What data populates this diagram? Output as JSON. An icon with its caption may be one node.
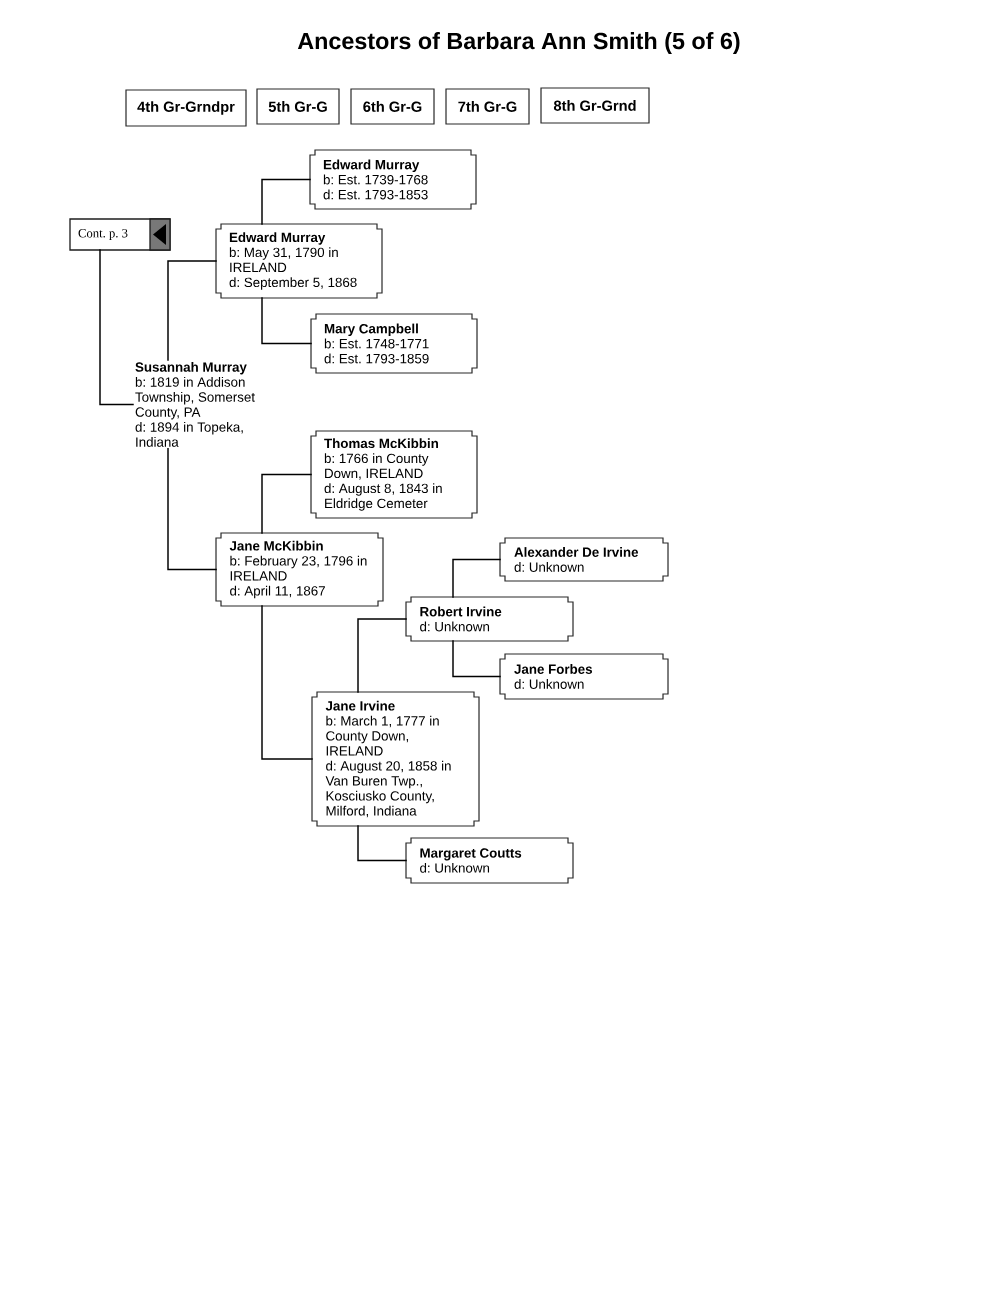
{
  "diagram": {
    "title": "Ancestors of Barbara Ann Smith (5 of 6)",
    "nodes": [
      {
        "text": [
          "4th Gr-Grndpr"
        ]
      },
      {
        "text": [
          "5th Gr-G"
        ]
      },
      {
        "text": [
          "6th Gr-G"
        ]
      },
      {
        "text": [
          "7th Gr-G"
        ]
      },
      {
        "text": [
          "8th Gr-Grnd"
        ]
      },
      {
        "text": [
          "Edward Murray",
          "b: Est. 1739-1768",
          "d: Est. 1793-1853"
        ]
      },
      {
        "text": [
          "Cont. p. 3"
        ]
      },
      {
        "text": [
          "Edward Murray",
          "b: May 31, 1790 in IRELAND",
          "d: September 5, 1868"
        ]
      },
      {
        "text": [
          "Mary Campbell",
          "b: Est. 1748-1771",
          "d: Est. 1793-1859"
        ]
      },
      {
        "text": [
          "Susannah Murray",
          "b: 1819 in Addison Township, Somerset County, PA",
          "d: 1894 in Topeka, Indiana"
        ]
      },
      {
        "text": [
          "Thomas McKibbin",
          "b: 1766 in County Down, IRELAND",
          "d: August 8, 1843 in Eldridge Cemeter"
        ]
      },
      {
        "text": [
          "Jane McKibbin",
          "b: February 23, 1796 in IRELAND",
          "d: April 11, 1867"
        ]
      },
      {
        "text": [
          "Alexander De Irvine",
          "d: Unknown"
        ]
      },
      {
        "text": [
          "Robert Irvine",
          "d: Unknown"
        ]
      },
      {
        "text": [
          "Jane Forbes",
          "d: Unknown"
        ]
      },
      {
        "text": [
          "Jane Irvine",
          "b: March 1, 1777 in County Down, IRELAND",
          "d: August 20, 1858 in Van Buren Twp., Kosciusko County, Milford, Indiana"
        ]
      },
      {
        "text": [
          "Margaret Coutts",
          "d: Unknown"
        ]
      }
    ],
    "edges": [
      {
        "from": 6,
        "to": 9,
        "arrow": "none"
      },
      {
        "from": 9,
        "to": 7,
        "arrow": "none"
      },
      {
        "from": 9,
        "to": 11,
        "arrow": "none"
      },
      {
        "from": 7,
        "to": 5,
        "arrow": "none"
      },
      {
        "from": 7,
        "to": 8,
        "arrow": "none"
      },
      {
        "from": 11,
        "to": 10,
        "arrow": "none"
      },
      {
        "from": 11,
        "to": 15,
        "arrow": "none"
      },
      {
        "from": 15,
        "to": 13,
        "arrow": "none"
      },
      {
        "from": 15,
        "to": 16,
        "arrow": "none"
      },
      {
        "from": 13,
        "to": 12,
        "arrow": "none"
      },
      {
        "from": 13,
        "to": 14,
        "arrow": "none"
      }
    ]
  }
}
